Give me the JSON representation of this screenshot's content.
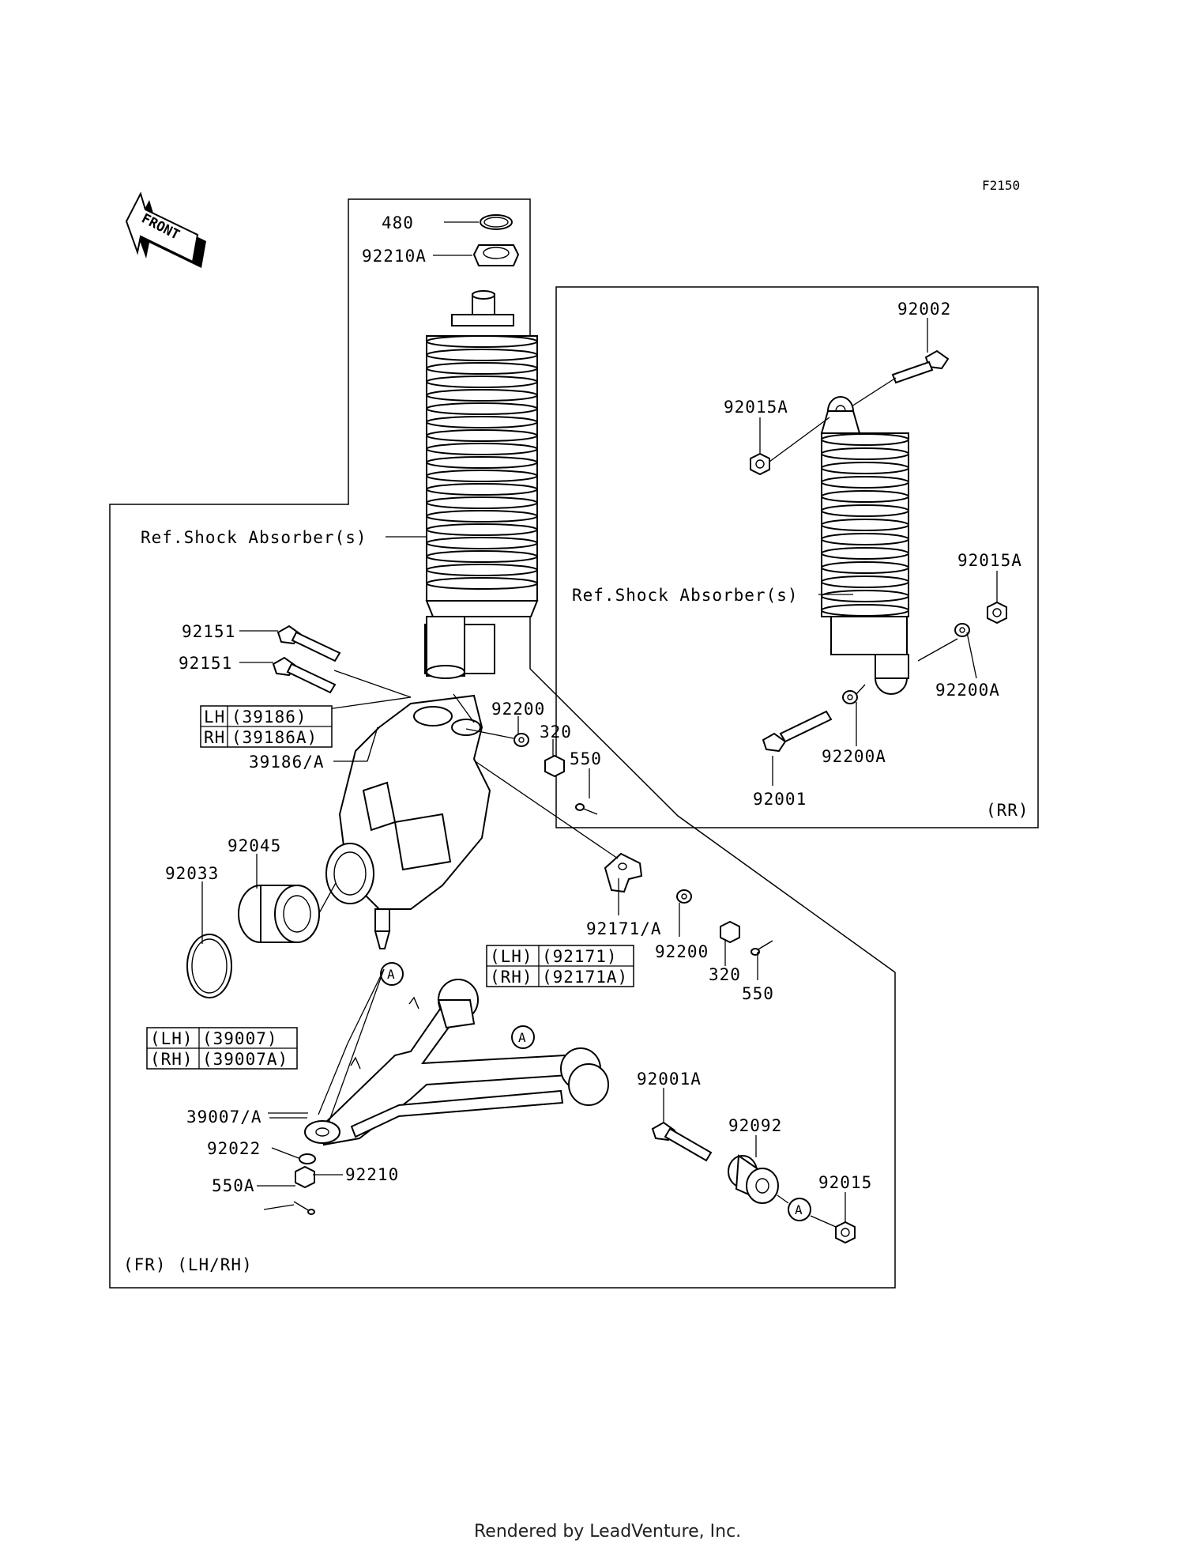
{
  "diagram_id": "F2150",
  "front_arrow_label": "FRONT",
  "footer": "Rendered by LeadVenture, Inc.",
  "front_section": {
    "region_label": "(FR) (LH/RH)",
    "ref_label": "Ref.Shock Absorber(s)",
    "parts": {
      "p480": "480",
      "p92210A": "92210A",
      "p92151a": "92151",
      "p92151b": "92151",
      "p39186": "39186/A",
      "p92200a": "92200",
      "p320a": "320",
      "p550a": "550",
      "p92045": "92045",
      "p92033": "92033",
      "p92171": "92171/A",
      "p92200b": "92200",
      "p320b": "320",
      "p550b": "550",
      "p39007": "39007/A",
      "p92022": "92022",
      "p92210": "92210",
      "p550A": "550A",
      "p92001A": "92001A",
      "p92092": "92092",
      "p92015": "92015"
    },
    "tables": {
      "knuckle": [
        [
          "LH",
          "(39186)"
        ],
        [
          "RH",
          "(39186A)"
        ]
      ],
      "cotter": [
        [
          "(LH)",
          "(92171)"
        ],
        [
          "(RH)",
          "(92171A)"
        ]
      ],
      "arm": [
        [
          "(LH)",
          "(39007)"
        ],
        [
          "(RH)",
          "(39007A)"
        ]
      ]
    },
    "callout": "A"
  },
  "rear_section": {
    "region_label": "(RR)",
    "ref_label": "Ref.Shock Absorber(s)",
    "parts": {
      "p92002": "92002",
      "p92015Aa": "92015A",
      "p92015Ab": "92015A",
      "p92200Aa": "92200A",
      "p92200Ab": "92200A",
      "p92001": "92001"
    }
  }
}
